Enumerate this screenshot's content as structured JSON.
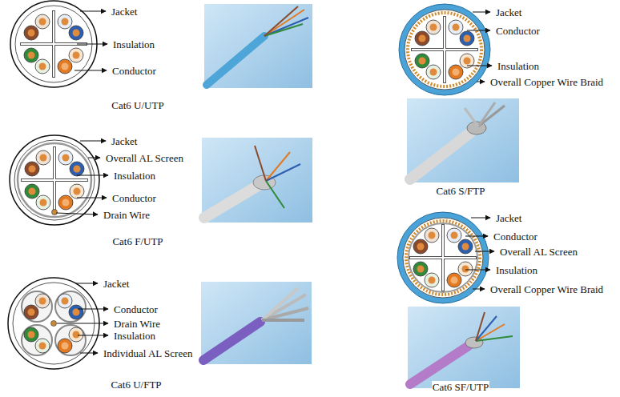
{
  "diagram": {
    "labels": [
      "Jacket",
      "Insulation",
      "Conductor",
      "Cat6 U/UTP",
      "Jacket",
      "Overall AL Screen",
      "Insulation",
      "Conductor",
      "Drain Wire",
      "Cat6 F/UTP",
      "Jacket",
      "Conductor",
      "Drain Wire",
      "Insulation",
      "Individual AL Screen",
      "Cat6 U/FTP",
      "Jacket",
      "Conductor",
      "Insulation",
      "Overall Copper Wire Braid",
      "Cat6 S/FTP",
      "Jacket",
      "Conductor",
      "Overall AL Screen",
      "Insulation",
      "Overall Copper Wire Braid",
      "Cat6 SF/UTP"
    ]
  }
}
